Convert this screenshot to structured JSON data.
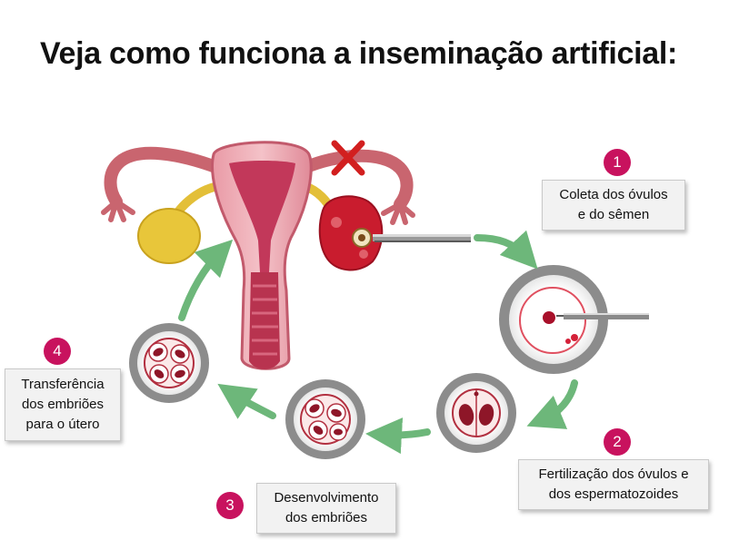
{
  "title": "Veja como funciona a inseminação artificial:",
  "steps": [
    {
      "number": "1",
      "lines": [
        "Coleta dos óvulos",
        "e do sêmen"
      ]
    },
    {
      "number": "2",
      "lines": [
        "Fertilização dos óvulos e",
        "dos espermatozoides"
      ]
    },
    {
      "number": "3",
      "lines": [
        "Desenvolvimento",
        "dos embriões"
      ]
    },
    {
      "number": "4",
      "lines": [
        "Transferência",
        "dos embriões",
        "para o útero"
      ]
    }
  ],
  "colors": {
    "badge": "#c8125e",
    "arrow": "#6db77a",
    "uterus": "#d6677a",
    "ovary_left": "#e8c63a",
    "ovary_right": "#c91c2e",
    "dish_ring": "#8c8c8c",
    "cross": "#d21f1f"
  }
}
